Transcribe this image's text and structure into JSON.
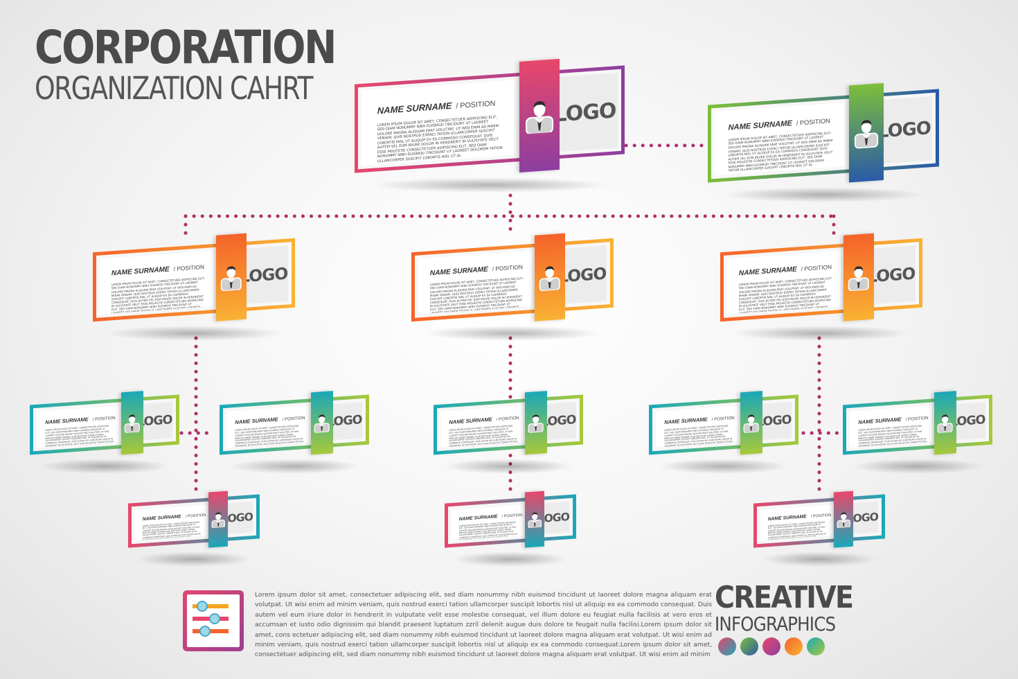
{
  "title": {
    "main": "CORPORATION",
    "sub": "ORGANIZATION CAHRT"
  },
  "card": {
    "name": "NAME SURNAME",
    "position": "POSITION",
    "logo": "LOGO",
    "body": "LOREM IPSUM DOLOR SIT AMET, CONSECTETUER ADIPISCING ELIT, SED DIAM NONUMMY NIBH EUISMOD TINCIDUNT UT LAOREET DOLORE MAGNA ALIQUAM ERAT VOLUTPAT. UT WISI ENIM AD MINIM VENIAM, QUIS NOSTRUD EXERCI TATION ULLAMCORPER SUSCIPIT LOBORTIS NISL UT ALIQUIP EX EA COMMODO CONSEQUAT. DUIS AUTEM VEL EUM IRIURE DOLOR IN HENDRERIT IN VULPUTATE VELIT ESSE MOLESTIE CONSECTETUER ADIPISCING ELIT, SED DIAM NONUMMY NIBH EUISMOD TINCIDUNT UT LAOREET DOLOREM TATION ULLAMCORPER SUSCIPIT LOBORTIS NISL UT AL"
  },
  "colors": {
    "ceo": [
      "#e8476b",
      "#8c3fa0"
    ],
    "partner": [
      "#7cbf3a",
      "#2a5aa8"
    ],
    "manager": [
      "#f5632a",
      "#f9b233"
    ],
    "staff": [
      "#1aa8b8",
      "#a8c83a"
    ],
    "junior": [
      "#e8476b",
      "#1aa8b8"
    ],
    "connector": "#b0306a"
  },
  "footer": {
    "text": "Lorem ipsum dolor sit amet, consectetuer adipiscing elit, sed diam nonummy nibh euismod tincidunt ut laoreet dolore magna aliquam erat volutpat. Ut wisi enim ad minim veniam, quis nostrud exerci tation ullamcorper suscipit lobortis nisl ut aliquip ex ea commodo consequat. Duis autem vel eum iriure dolor in hendrerit in vulputate velit esse molestie consequat, vel illum dolore eu feugiat nulla facilisis at vero eros et accumsan et iusto odio dignissim qui blandit praesent luptatum zzril delenit augue duis dolore te feugait nulla facilisi.Lorem ipsum dolor sit amet, cons ectetuer adipiscing elit, sed diam nonummy nibh euismod tincidunt ut laoreet dolore magna aliquam erat volutpat. Ut wisi enim ad minim veniam, quis nostrud exerci tation ullamcorper suscipit lobortis nisl ut aliquip ex ea commodo consequat.Lorem ipsum dolor sit amet, consectetuer adipiscing elit, sed diam nonummy nibh euismod tincidunt ut laoreet dolore magna aliquam erat volutpat. Ut wisi enim ad minim",
    "brand_line1": "CREATIVE",
    "brand_line2": "INFOGRAPHICS",
    "dot_colors": [
      [
        "#e8476b",
        "#1aa8b8"
      ],
      [
        "#7cbf3a",
        "#2a5aa8"
      ],
      [
        "#e8476b",
        "#8c3fa0"
      ],
      [
        "#f5632a",
        "#f9b233"
      ],
      [
        "#1aa8b8",
        "#a8c83a"
      ]
    ]
  },
  "cards": [
    {
      "id": "ceo",
      "tier": "ceo"
    },
    {
      "id": "partner",
      "tier": "partner"
    },
    {
      "id": "manager-left",
      "tier": "manager"
    },
    {
      "id": "manager-center",
      "tier": "manager"
    },
    {
      "id": "manager-right",
      "tier": "manager"
    },
    {
      "id": "staff-1",
      "tier": "staff"
    },
    {
      "id": "staff-2",
      "tier": "staff"
    },
    {
      "id": "staff-3",
      "tier": "staff"
    },
    {
      "id": "staff-4",
      "tier": "staff"
    },
    {
      "id": "staff-5",
      "tier": "staff"
    },
    {
      "id": "junior-left",
      "tier": "junior"
    },
    {
      "id": "junior-center",
      "tier": "junior"
    },
    {
      "id": "junior-right",
      "tier": "junior"
    }
  ]
}
